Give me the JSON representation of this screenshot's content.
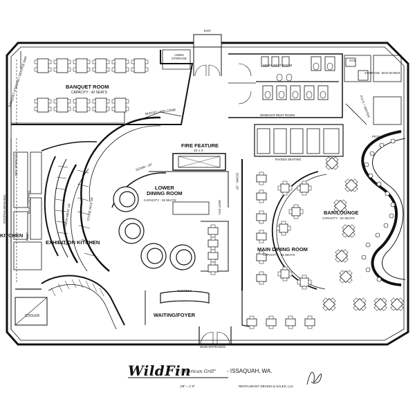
{
  "labels": {
    "exit": "EXIT",
    "banquet_room": "BANQUET ROOM",
    "banquet_capacity": "CAPACITY : 42 SEATS",
    "linen_storage": "LINEN\nSTORAGE",
    "buffet_welcome": "BUFFET / WELCOME",
    "staging_service_bar": "BANQUET STAGING / SERVICE BAR",
    "mens_rest_room": "MEN'S REST ROOM",
    "womens_rest_room": "WOMAN'S REST ROOM",
    "storage": "STORAGE",
    "bag_in_box": "BAG-IN-BOX",
    "co2": "CO2",
    "pos_waiter": "P.O.S. / WAITER",
    "fire_feature": "FIRE FEATURE",
    "fire_feature_size": "15' x 4'",
    "down_18_a": "DOWN - 18\"",
    "down_18_b": "DOWN - 18\"",
    "lower_dining_room": "LOWER\nDINING ROOM",
    "lower_capacity": "CAPACITY : 28 SEATS",
    "wait_sta": "WAIT STA.",
    "raised_seating": "RAISED SEATING",
    "bar_lounge": "BAR/LOUNGE",
    "bar_capacity": "CAPACITY : 62 SEATS",
    "main_dining_room": "MAIN DINING ROOM",
    "main_capacity": "CAPACITY : 86 SEATS",
    "exhibition_kitchen": "EXHIBITION KITCHEN",
    "kitchen": "KITCHEN",
    "cooler": "COOLER",
    "hostess": "HOSTESS",
    "waiting_foyer": "WAITING/FOYER",
    "main_entrance": "MAIN ENTRANCE",
    "pickup": "PICKUP",
    "pot_pan_washing": "POT/PAN WASHING",
    "dry_storage": "DRY STORAGE",
    "main_cooking": "MAIN COOKING",
    "prep": "PREP",
    "stove_pickup": "STOVE PICK UP",
    "fresh_meat_up": "FRESH MEAT UP"
  },
  "footer": {
    "title": "WildFin",
    "subtitle": "\"American Grill\"",
    "location": "-  ISSAQUAH, WA.",
    "scale": "1/8\" = 1'-0\"",
    "designer": "RESTAURANT DESIGN & SALES, LLC"
  }
}
